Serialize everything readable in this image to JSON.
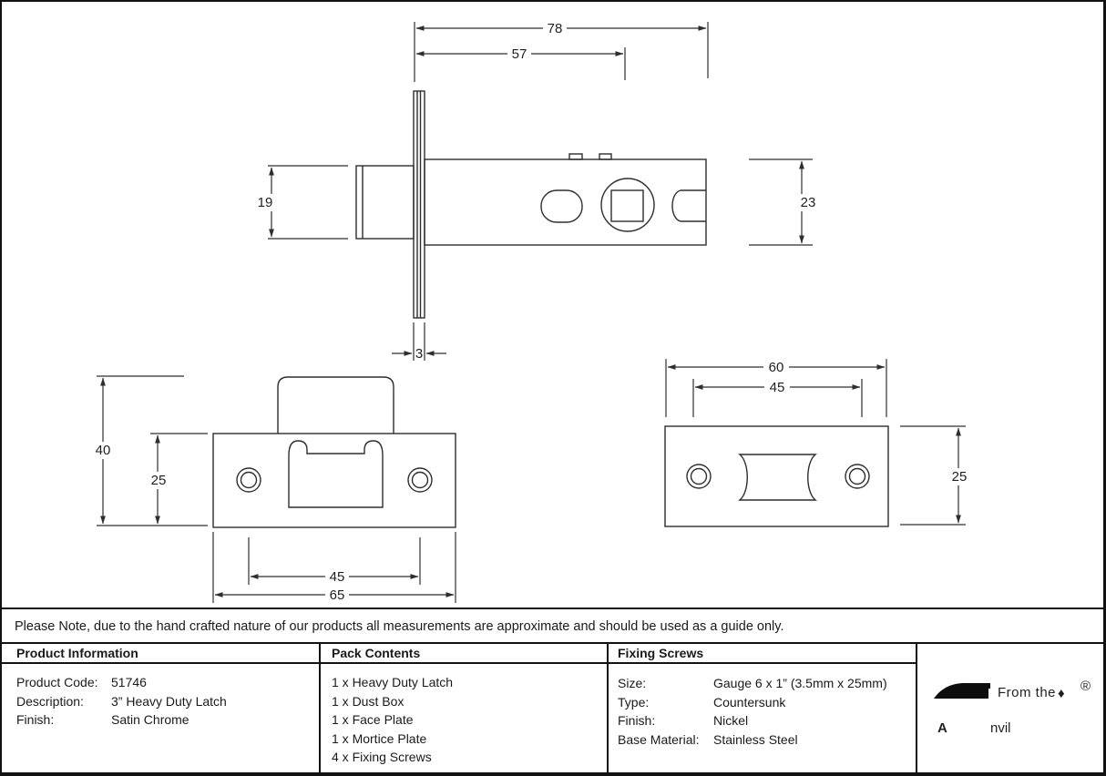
{
  "note": {
    "text": "Please Note, due to the hand crafted nature of our products all measurements are approximate and should be used as a guide only."
  },
  "dims": {
    "latch": {
      "overall_length": "78",
      "backset": "57",
      "bolt_height": "19",
      "case_height": "23",
      "faceplate_thickness": "3"
    },
    "strike_plate": {
      "total_height": "40",
      "plate_height": "25",
      "screw_spacing": "45",
      "plate_width": "65"
    },
    "face_plate": {
      "plate_width": "60",
      "screw_spacing": "45",
      "plate_height": "25"
    }
  },
  "table": {
    "product_information": {
      "header": "Product Information",
      "rows": [
        {
          "label": "Product Code:",
          "value": "51746"
        },
        {
          "label": "Description:",
          "value": "3” Heavy Duty Latch"
        },
        {
          "label": "Finish:",
          "value": "Satin Chrome"
        }
      ]
    },
    "pack_contents": {
      "header": "Pack Contents",
      "items": [
        "1 x Heavy Duty Latch",
        "1 x Dust Box",
        "1 x Face Plate",
        "1 x Mortice Plate",
        "4 x Fixing Screws"
      ]
    },
    "fixing_screws": {
      "header": "Fixing Screws",
      "rows": [
        {
          "label": "Size:",
          "value": "Gauge 6 x 1” (3.5mm x 25mm)"
        },
        {
          "label": "Type:",
          "value": "Countersunk"
        },
        {
          "label": "Finish:",
          "value": "Nickel"
        },
        {
          "label": "Base Material:",
          "value": "Stainless Steel"
        }
      ]
    }
  },
  "logo": {
    "prefix": "From the",
    "diamond": "♦",
    "name_rest": "nvil",
    "registered": "®"
  },
  "colors": {
    "line": "#2e2e2e",
    "border": "#121212",
    "text": "#1a1a1a"
  }
}
